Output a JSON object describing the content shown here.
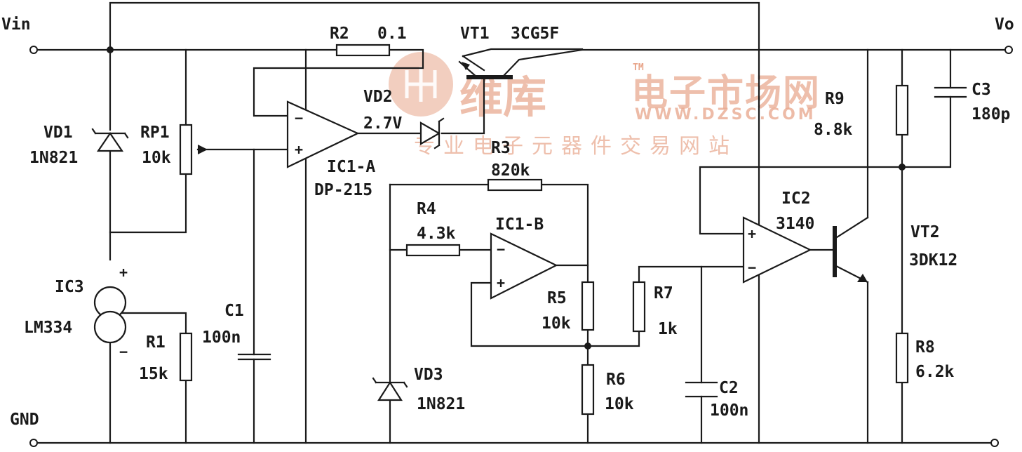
{
  "terminals": {
    "vin": "Vin",
    "vo": "Vo",
    "gnd": "GND"
  },
  "components": {
    "r2": {
      "ref": "R2",
      "value": "0.1"
    },
    "vt1": {
      "ref": "VT1",
      "value": "3CG5F"
    },
    "vd2": {
      "ref": "VD2",
      "value": "2.7V"
    },
    "vd1": {
      "ref": "VD1",
      "value": "1N821"
    },
    "rp1": {
      "ref": "RP1",
      "value": "10k"
    },
    "ic1a": {
      "ref": "IC1-A",
      "value": "DP-215"
    },
    "r3": {
      "ref": "R3",
      "value": "820k"
    },
    "r4": {
      "ref": "R4",
      "value": "4.3k"
    },
    "ic1b": {
      "ref": "IC1-B"
    },
    "ic3": {
      "ref": "IC3",
      "value": "LM334"
    },
    "r1": {
      "ref": "R1",
      "value": "15k"
    },
    "c1": {
      "ref": "C1",
      "value": "100n"
    },
    "r5": {
      "ref": "R5",
      "value": "10k"
    },
    "r6": {
      "ref": "R6",
      "value": "10k"
    },
    "r7": {
      "ref": "R7",
      "value": "1k"
    },
    "vd3": {
      "ref": "VD3",
      "value": "1N821"
    },
    "c2": {
      "ref": "C2",
      "value": "100n"
    },
    "ic2": {
      "ref": "IC2",
      "value": "3140"
    },
    "vt2": {
      "ref": "VT2",
      "value": "3DK12"
    },
    "r9": {
      "ref": "R9",
      "value": "8.8k"
    },
    "c3": {
      "ref": "C3",
      "value": "180p"
    },
    "r8": {
      "ref": "R8",
      "value": "6.2k"
    }
  },
  "polarity": {
    "plus": "+",
    "minus": "−"
  },
  "watermark": {
    "brand": "维库",
    "tm": "TM",
    "site_name": "电子市场网",
    "url": "WWW.DZSC.COM",
    "slogan": "专业电子元器件交易网站"
  }
}
